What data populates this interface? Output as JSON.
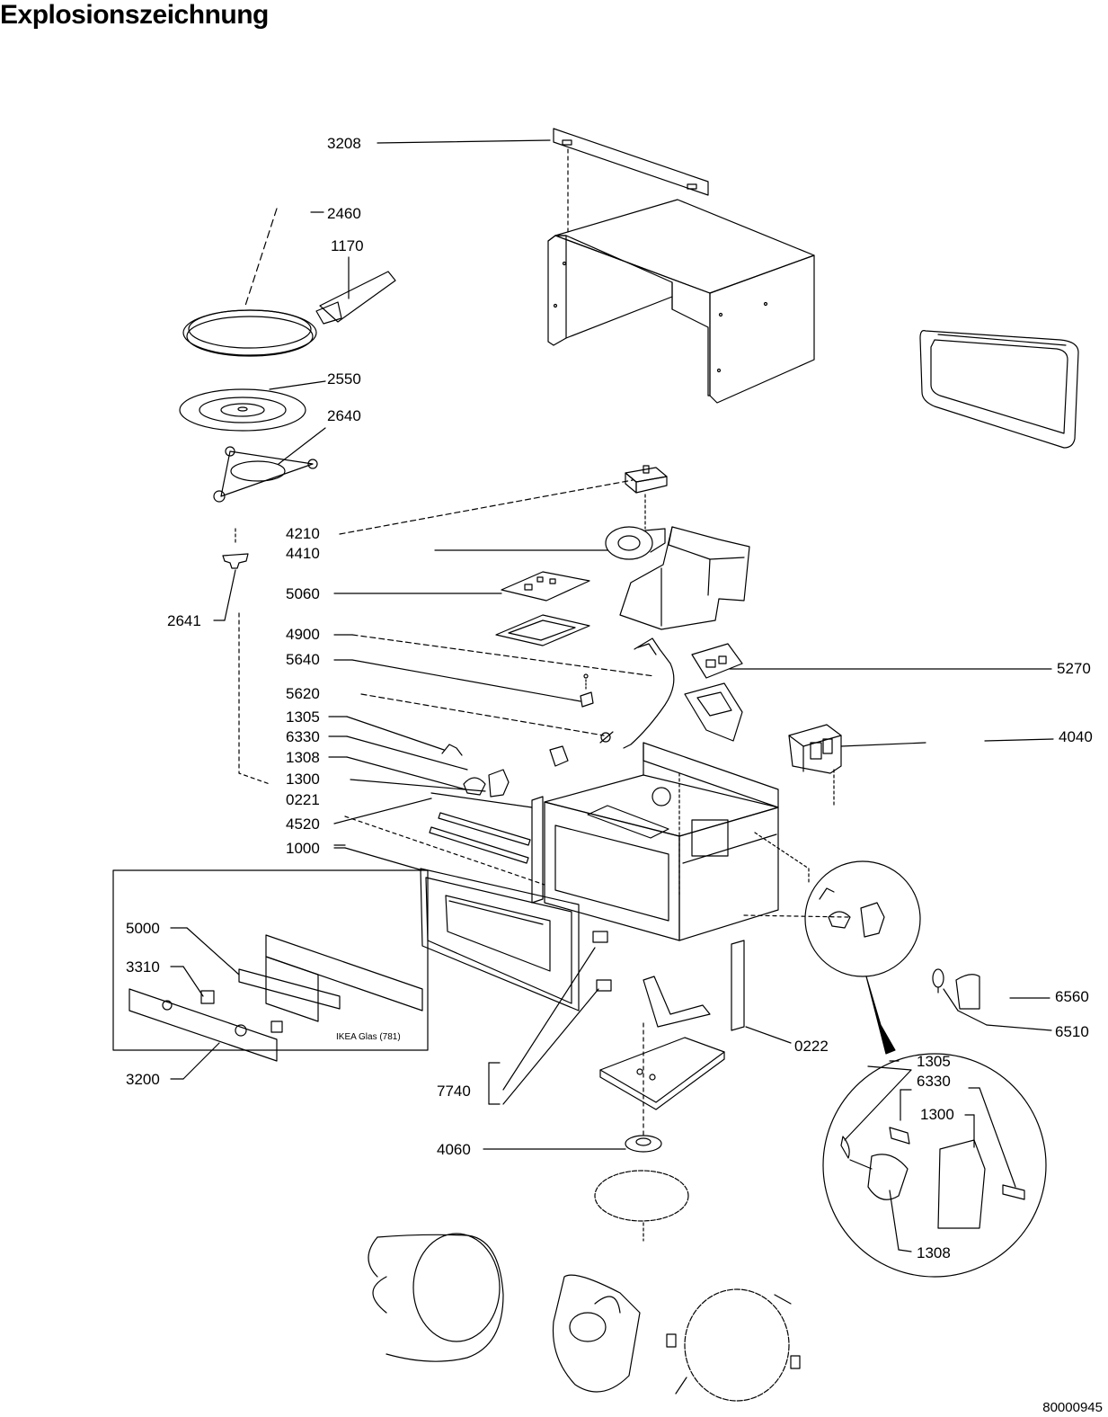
{
  "title": "Explosionszeichnung",
  "inset_note": "IKEA Glas (781)",
  "document_number": "80000945",
  "parts": {
    "p3208": "3208",
    "p2460": "2460",
    "p1170": "1170",
    "p2550": "2550",
    "p2640": "2640",
    "p4210": "4210",
    "p4410": "4410",
    "p2641": "2641",
    "p5060": "5060",
    "p4900": "4900",
    "p5640": "5640",
    "p5620": "5620",
    "p1305": "1305",
    "p6330": "6330",
    "p1308": "1308",
    "p1300": "1300",
    "p0221": "0221",
    "p4520": "4520",
    "p1000": "1000",
    "p5000": "5000",
    "p3310": "3310",
    "p3200": "3200",
    "p7740": "7740",
    "p4060": "4060",
    "p5270": "5270",
    "p4040": "4040",
    "p6560": "6560",
    "p6510": "6510",
    "p0222": "0222",
    "d1305": "1305",
    "d6330": "6330",
    "d1300": "1300",
    "d1308": "1308"
  }
}
